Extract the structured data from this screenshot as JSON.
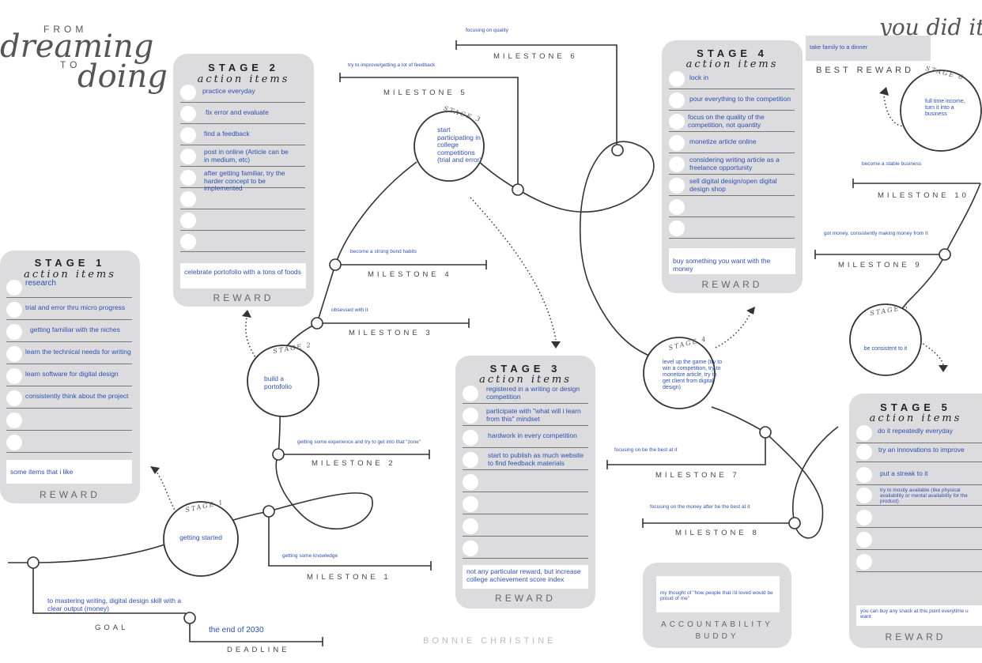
{
  "header": {
    "from": "FROM",
    "dreaming": "dreaming",
    "to": "TO",
    "doing": "doing",
    "done": "you did it!",
    "footer": "BONNIE CHRISTINE"
  },
  "labels": {
    "action_items": "action items",
    "reward": "REWARD",
    "goal": "GOAL",
    "deadline": "DEADLINE",
    "best_reward": "BEST REWARD",
    "accountability1": "ACCOUNTABILITY",
    "accountability2": "BUDDY"
  },
  "stage1": {
    "title": "STAGE 1",
    "items": [
      "research",
      "trial and error thru micro progress",
      "getting familiar with the niches",
      "learn the technical needs for writing",
      "learn software for digital design",
      "consistently think about the project",
      "",
      ""
    ],
    "reward": "some items that i like"
  },
  "stage2": {
    "title": "STAGE 2",
    "items": [
      "practice everyday",
      "fix error and evaluate",
      "find a feedback",
      "post in online (Article can be in medium, etc)",
      "after getting familiar, try the harder concept to be implemented",
      "",
      "",
      ""
    ],
    "reward": "celebrate portofolio with a tons of foods"
  },
  "stage3": {
    "title": "STAGE 3",
    "items": [
      "registered in a writing or design competition",
      "participate with \"what will i learn from this\" mindset",
      "hardwork in every competition",
      "start to publish as much website to find feedback materials",
      "",
      "",
      "",
      ""
    ],
    "reward": "not any particular reward, but increase college achievement score index"
  },
  "stage4": {
    "title": "STAGE 4",
    "items": [
      "lock in",
      "pour everything to the competition",
      "focus on the quality of the competition, not quantity",
      "monetize article online",
      "considering writing article as a freelance opportunity",
      "sell digital design/open digital design shop",
      "",
      ""
    ],
    "reward": "buy something you want with the money"
  },
  "stage5": {
    "title": "STAGE 5",
    "items": [
      "do it repeatedly everyday",
      "try an innovations to improve",
      "put a streak to it",
      "try to mostly available (like physical availability or mental availability for the product)",
      "",
      "",
      ""
    ],
    "reward": "you can buy any snack at this point everytime u want"
  },
  "circles": {
    "s1": {
      "label": "STAGE 1",
      "text": "getting started"
    },
    "s2": {
      "label": "STAGE 2",
      "text": "build a portofolio"
    },
    "s3": {
      "label": "STAGE 3",
      "text": "start participating in college competitions (trial and error)"
    },
    "s4": {
      "label": "STAGE 4",
      "text": "level up the game (try to win a competition, try to monetize article, try to get client from digital design)"
    },
    "s5": {
      "label": "STAGE 5",
      "text": "be consistent to it"
    },
    "s6": {
      "label": "STAGE 6",
      "text": "full time income, turn it into a business"
    }
  },
  "milestones": {
    "m1": {
      "label": "MILESTONE 1",
      "note": "getting some knowledge"
    },
    "m2": {
      "label": "MILESTONE 2",
      "note": "getting some experience and try to get into that \"zone\""
    },
    "m3": {
      "label": "MILESTONE 3",
      "note": "obsessed with it"
    },
    "m4": {
      "label": "MILESTONE 4",
      "note": "become a strong bond habits"
    },
    "m5": {
      "label": "MILESTONE 5",
      "note": "try to improve/getting a lot of feedback"
    },
    "m6": {
      "label": "MILESTONE 6",
      "note": "focusing on quality"
    },
    "m7": {
      "label": "MILESTONE 7",
      "note": "focusing on be the best at it"
    },
    "m8": {
      "label": "MILESTONE 8",
      "note": "focusing on the money after be the best at it"
    },
    "m9": {
      "label": "MILESTONE 9",
      "note": "got money, consistently making money from it"
    },
    "m10": {
      "label": "MILESTONE 10",
      "note": "become a stable business"
    }
  },
  "goal_text": "to mastering writing, digital design skill with a clear output (money)",
  "deadline_text": "the end of 2030",
  "best_reward_text": "take family to a dinner",
  "accountability_text": "my thought of \"how people that i'd loved would be proud of me\""
}
